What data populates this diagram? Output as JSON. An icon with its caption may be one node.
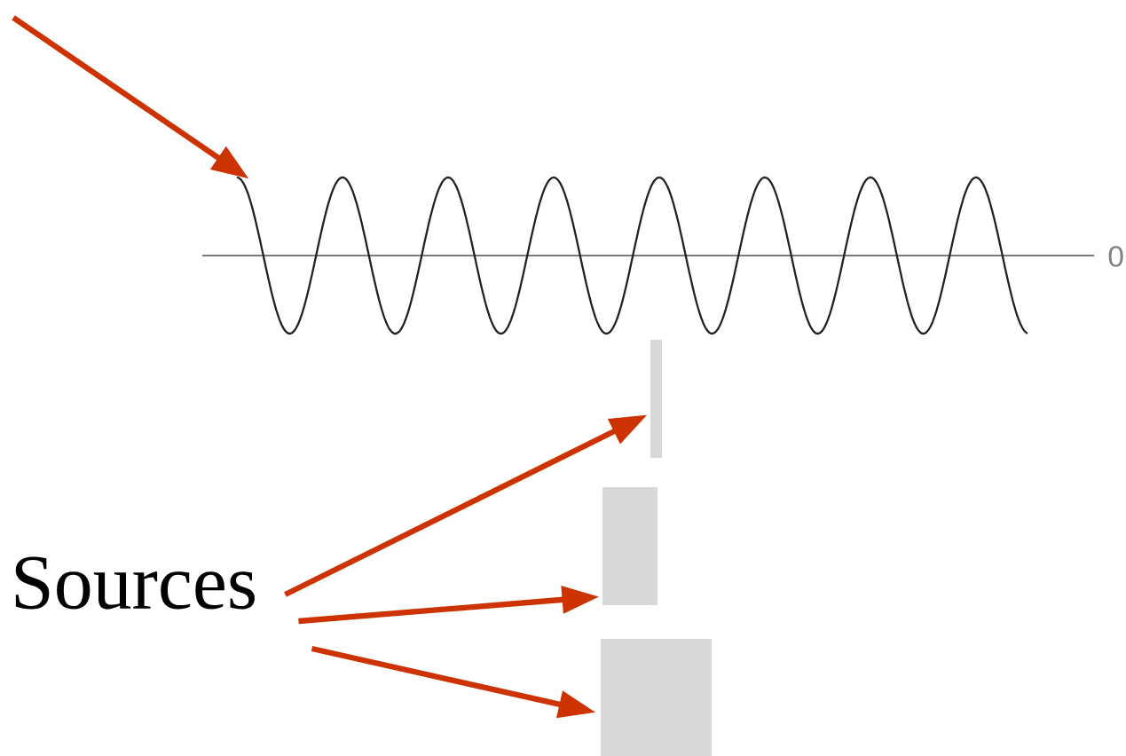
{
  "diagram": {
    "nodes": [
      {
        "text": [
          "Sources"
        ]
      },
      {
        "text": [],
        "shape": "bar"
      },
      {
        "text": [],
        "shape": "bar"
      },
      {
        "text": [],
        "shape": "bar"
      },
      {
        "text": [],
        "shape": "picture"
      }
    ],
    "edges": [
      {
        "from": 0,
        "to": 1,
        "arrow": "to"
      },
      {
        "from": 0,
        "to": 2,
        "arrow": "to"
      },
      {
        "from": 0,
        "to": 3,
        "arrow": "to"
      },
      {
        "from": null,
        "to": 4,
        "arrow": "to"
      }
    ],
    "labels": [
      "0"
    ]
  }
}
